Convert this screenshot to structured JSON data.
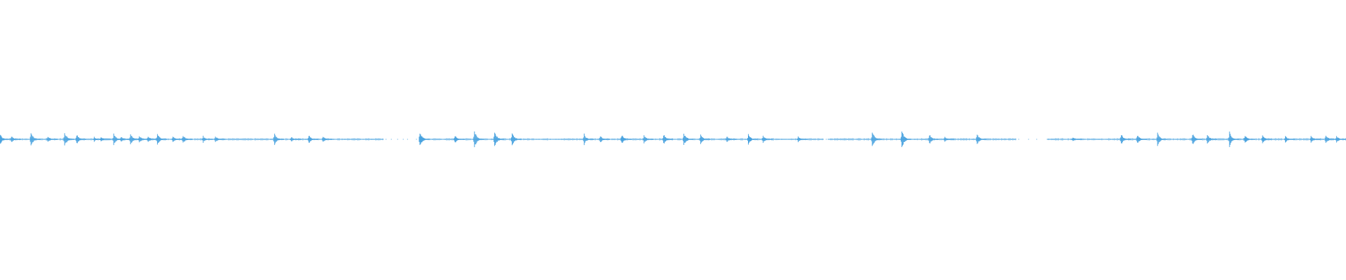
{
  "waveform": {
    "color": "#4aa3df",
    "background": "#ffffff",
    "duration_units": 1000,
    "amplitude_max": 1.0,
    "peaks": [
      {
        "t": 0.0,
        "a": 0.55
      },
      {
        "t": 8.5,
        "a": 0.35
      },
      {
        "t": 23.0,
        "a": 0.75
      },
      {
        "t": 35.5,
        "a": 0.35
      },
      {
        "t": 48.0,
        "a": 0.8
      },
      {
        "t": 57.0,
        "a": 0.5
      },
      {
        "t": 70.0,
        "a": 0.25
      },
      {
        "t": 75.0,
        "a": 0.25
      },
      {
        "t": 84.5,
        "a": 0.6
      },
      {
        "t": 90.0,
        "a": 0.3
      },
      {
        "t": 97.0,
        "a": 0.55
      },
      {
        "t": 103.5,
        "a": 0.4
      },
      {
        "t": 110.0,
        "a": 0.35
      },
      {
        "t": 117.0,
        "a": 0.65
      },
      {
        "t": 128.5,
        "a": 0.4
      },
      {
        "t": 136.0,
        "a": 0.45
      },
      {
        "t": 151.0,
        "a": 0.35
      },
      {
        "t": 160.0,
        "a": 0.35
      },
      {
        "t": 204.0,
        "a": 0.7
      },
      {
        "t": 216.5,
        "a": 0.25
      },
      {
        "t": 229.5,
        "a": 0.45
      },
      {
        "t": 240.0,
        "a": 0.35
      },
      {
        "t": 312.0,
        "a": 0.85
      },
      {
        "t": 338.0,
        "a": 0.4
      },
      {
        "t": 352.5,
        "a": 0.9
      },
      {
        "t": 367.5,
        "a": 0.9
      },
      {
        "t": 380.5,
        "a": 0.75
      },
      {
        "t": 434.0,
        "a": 0.55
      },
      {
        "t": 446.0,
        "a": 0.4
      },
      {
        "t": 462.0,
        "a": 0.5
      },
      {
        "t": 478.5,
        "a": 0.45
      },
      {
        "t": 493.0,
        "a": 0.55
      },
      {
        "t": 508.0,
        "a": 0.7
      },
      {
        "t": 520.5,
        "a": 0.5
      },
      {
        "t": 540.0,
        "a": 0.35
      },
      {
        "t": 556.0,
        "a": 0.55
      },
      {
        "t": 567.0,
        "a": 0.4
      },
      {
        "t": 593.0,
        "a": 0.3
      },
      {
        "t": 648.0,
        "a": 0.85
      },
      {
        "t": 670.0,
        "a": 0.95
      },
      {
        "t": 690.5,
        "a": 0.55
      },
      {
        "t": 702.0,
        "a": 0.3
      },
      {
        "t": 726.0,
        "a": 0.55
      },
      {
        "t": 797.0,
        "a": 0.2
      },
      {
        "t": 833.0,
        "a": 0.55
      },
      {
        "t": 845.0,
        "a": 0.5
      },
      {
        "t": 860.0,
        "a": 0.65
      },
      {
        "t": 886.0,
        "a": 0.65
      },
      {
        "t": 897.0,
        "a": 0.55
      },
      {
        "t": 913.5,
        "a": 0.75
      },
      {
        "t": 925.0,
        "a": 0.5
      },
      {
        "t": 938.0,
        "a": 0.45
      },
      {
        "t": 955.0,
        "a": 0.35
      },
      {
        "t": 974.0,
        "a": 0.4
      },
      {
        "t": 985.0,
        "a": 0.55
      },
      {
        "t": 993.0,
        "a": 0.4
      }
    ],
    "quiet": [
      {
        "from": 0.0,
        "to": 285.0
      },
      {
        "from": 312.0,
        "to": 612.0
      },
      {
        "from": 615.0,
        "to": 755.0
      },
      {
        "from": 778.0,
        "to": 1000.0
      }
    ],
    "gaps": [
      {
        "from": 285.0,
        "to": 312.0
      },
      {
        "from": 612.0,
        "to": 615.0
      },
      {
        "from": 755.0,
        "to": 778.0
      }
    ]
  }
}
